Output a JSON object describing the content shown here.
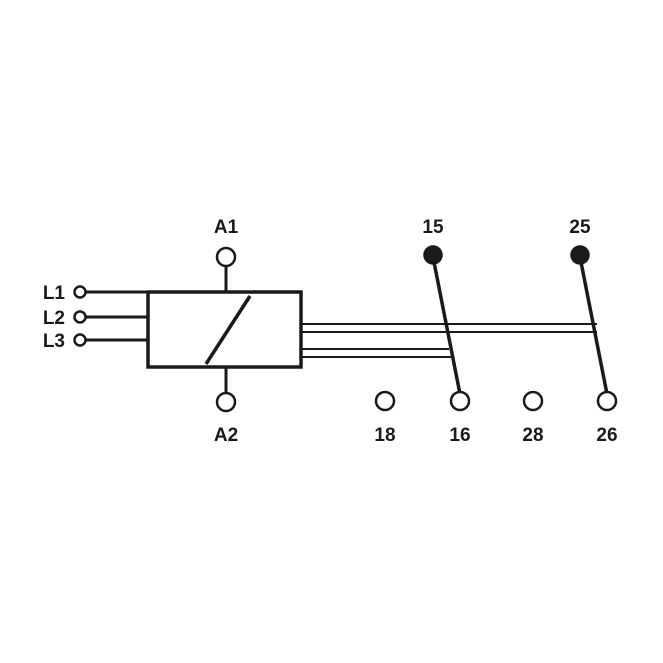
{
  "labels": {
    "a1": "A1",
    "a2": "A2",
    "l1": "L1",
    "l2": "L2",
    "l3": "L3",
    "t15": "15",
    "t16": "16",
    "t18": "18",
    "t25": "25",
    "t26": "26",
    "t28": "28"
  },
  "colors": {
    "line": "#1a1a1a",
    "background": "#ffffff"
  }
}
